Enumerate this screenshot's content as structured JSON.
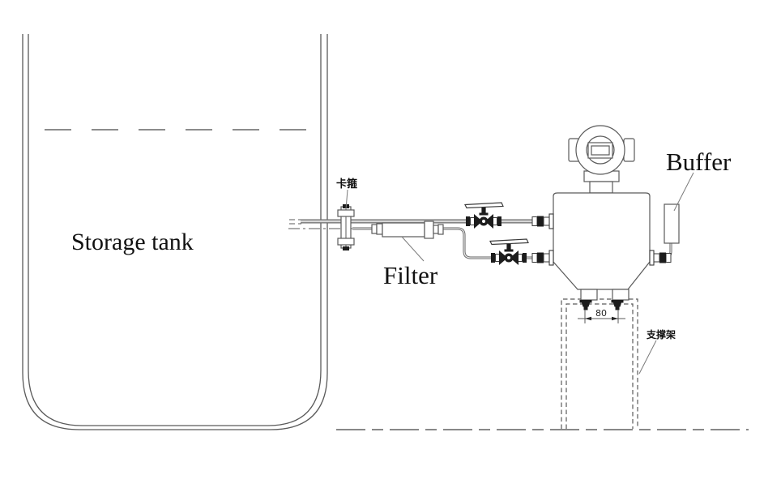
{
  "labels": {
    "storage_tank": "Storage tank",
    "filter": "Filter",
    "buffer": "Buffer",
    "clamp": "卡箍",
    "support_frame": "支撑架"
  },
  "dimensions": {
    "bolt_spacing": "80"
  },
  "colors": {
    "line": "#5a5a5a",
    "pipe_gray": "#6a6a6a",
    "fitting_dark": "#1c1c1c",
    "background": "#ffffff"
  }
}
